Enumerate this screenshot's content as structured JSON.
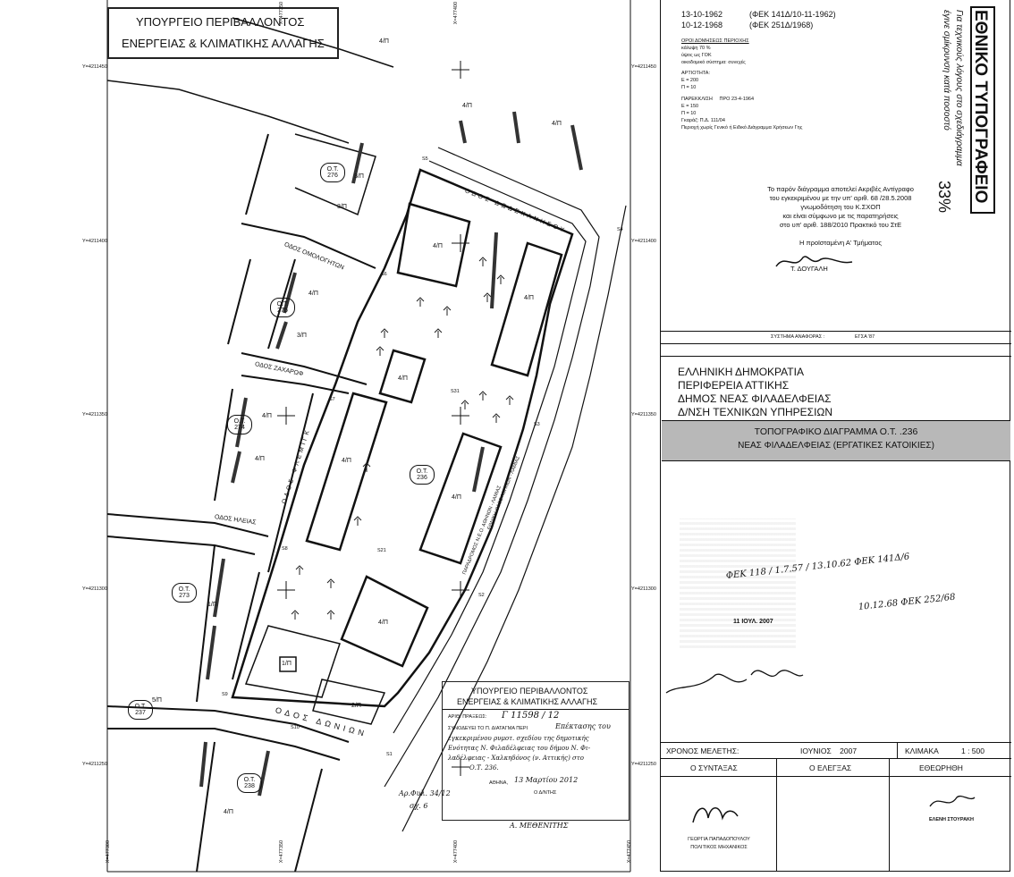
{
  "map": {
    "stamp_top_line1": "ΥΠΟΥΡΓΕΙΟ ΠΕΡΙΒΑΛΛΟΝΤΟΣ",
    "stamp_top_line2": "ΕΝΕΡΓΕΙΑΣ & ΚΛΙΜΑΤΙΚΗΣ ΑΛΛΑΓΗΣ",
    "streets": {
      "dodekanisou": "ΟΔΟΣ ΔΩΔΕΚΑΝΗΣΟΥ",
      "omologiton": "ΟΔΟΣ ΟΜΟΛΟΓΗΤΩΝ",
      "zacharof": "ΟΔΟΣ ΖΑΧΑΡΩΦ",
      "flemig": "ΟΔΟΣ ΦΛΕΜΙΓΚ",
      "ileias": "ΟΔΟΣ ΗΛΕΙΑΣ",
      "doniou": "ΟΔΟΣ ΔΩΝΙΩΝ",
      "parodos": "ΠΑΡΑΔΡΟΜΟΣ Ν.Ε.Ο. ΑΘΗΝΩΝ - ΛΑΜΙΑΣ",
      "ethniki": "ΕΘΝΙΚΗ ΟΔΟΣ ΑΘΗΝΩΝ - ΛΑΜΙΑΣ"
    },
    "ot_labels": [
      "Ο.Τ. 276",
      "Ο.Τ. 275",
      "Ο.Τ. 274",
      "Ο.Τ. 236",
      "Ο.Τ. 273",
      "Ο.Τ. 237",
      "Ο.Τ. 238"
    ],
    "floor_labels": [
      "4/Π",
      "4/Π",
      "4/Π",
      "3/Π",
      "3/Π",
      "4/Π",
      "3/Π",
      "4/Π",
      "4/Π",
      "4/Π",
      "4/Π",
      "4/Π",
      "4/Π",
      "4/Π",
      "1/Π",
      "5/Π",
      "2/Π",
      "1/Π",
      "4/Π",
      "4/Π"
    ],
    "coords_left": [
      "Y=4211450",
      "Y=4211400",
      "Y=4211350",
      "Y=4211300",
      "Y=4211250"
    ],
    "coords_right": [
      "Y=4211450",
      "Y=4211400",
      "Y=4211350",
      "Y=4211300",
      "Y=4211250"
    ],
    "coords_bottom": [
      "X=477300",
      "X=477350",
      "X=477400",
      "X=477450"
    ],
    "coords_top": [
      "X=477350",
      "X=477400"
    ],
    "points": [
      "S5",
      "S6",
      "S4",
      "S31",
      "S3",
      "S7",
      "S8",
      "S21",
      "S2",
      "S9",
      "S10",
      "S1"
    ],
    "stamp_bottom": {
      "line1": "ΥΠΟΥΡΓΕΙΟ ΠΕΡΙΒΑΛΛΟΝΤΟΣ",
      "line2": "ΕΝΕΡΓΕΙΑΣ & ΚΛΙΜΑΤΙΚΗΣ ΑΛΛΑΓΗΣ",
      "protocol_label": "ΑΡΙΘ. ΠΡΑΞΕΩΣ:",
      "protocol_value": "Γ 11598 / 12",
      "synodevei": "ΣΥΝΟΔΕΥΕΙ ΤΟ Π. ΔΙΑΤΑΓΜΑ ΠΕΡΙ",
      "hand1": "Επέκτασης του",
      "hand2": "εγκεκριμένου ρυμοτ. σχεδίου της δημοτικής",
      "hand3": "Ενότητας Ν. Φιλαδέλφειας του δήμου Ν. Φι-",
      "hand4": "λαδέλφειας - Χαλκηδόνος (ν. Αττικής) στο",
      "hand5": "Ο.Τ. 236.",
      "athens_label": "ΑΘΗΝΑ,",
      "athens_date": "13 Μαρτίου 2012",
      "director": "Ο Δ/ΝΤΗΣ",
      "signature": "Α. ΜΕΘΕΝΙΤΗΣ",
      "fek_note1": "Αρ.Φυλ. 34/12",
      "fek_note2": "σχ. 6"
    }
  },
  "info": {
    "date1": "13-10-1962",
    "fek1": "(ΦΕΚ 141Δ/10-11-1962)",
    "date2": "10-12-1968",
    "fek2": "(ΦΕΚ 251Δ/1968)",
    "terms_title": "ΟΡΟΙ ΔΟΜΗΣΕΩΣ ΠΕΡΙΟΧΗΣ",
    "terms1": "κάλυψη 70 %",
    "terms2": "ύψος ως ΓΟΚ",
    "terms3": "οικοδομικό σύστημα: συνεχές",
    "artiotita": "ΑΡΤΙΟΤΗΤΑ:",
    "e1": "Ε = 200",
    "p1": "Π = 10",
    "parekklisi": "ΠΑΡΕΚΚΛΙΣΗ     ΠΡΟ 23-4-1964",
    "e2": "Ε = 150",
    "p2": "Π = 10",
    "gkarof": "Γκαράζ: Π.Δ. 111/04",
    "periochi": "Περιοχή χωρίς Γενικό ή Ειδικό Διάγραμμα Χρήσεων Γης",
    "copy1": "Το παρόν διάγραμμα αποτελεί Ακριβές Αντίγραφο",
    "copy2": "του εγκεκριμένου με την υπ' αριθ. 68 /28.5.2008",
    "copy3": "γνωμοδότηση του Κ.ΣΧΟΠ",
    "copy4": "και είναι σύμφωνο με τις παρατηρήσεις",
    "copy5": "στο υπ' αριθ. 188/2010 Πρακτικό του ΣτΕ",
    "head_title": "Η προϊσταμένη Α' Τμήματος",
    "head_name": "Τ. ΔΟΥΓΑΛΗ",
    "reference_label": "ΣΥΣΤΗΜΑ ΑΝΑΦΟΡΑΣ :",
    "reference_value": "ΕΓΣΑ '87",
    "tyopografeio_title": "ΕΘΝΙΚΟ ΤΥΠΟΓΡΑΦΕΙΟ",
    "tyopografeio_sub1": "Για τεχνικούς λόγους στο σχεδιάγραμμα",
    "tyopografeio_sub2": "έγινε σμίκρυνση κατά ποσοστό",
    "tyopografeio_pct": "33%"
  },
  "titleblock": {
    "gov1": "ΕΛΛΗΝΙΚΗ ΔΗΜΟΚΡΑΤΙΑ",
    "gov2": "ΠΕΡΙΦΕΡΕΙΑ ΑΤΤΙΚΗΣ",
    "gov3": "ΔΗΜΟΣ ΝΕΑΣ ΦΙΛΑΔΕΛΦΕΙΑΣ",
    "gov4": "Δ/ΝΣΗ ΤΕΧΝΙΚΩΝ ΥΠΗΡΕΣΙΩΝ",
    "title1": "ΤΟΠΟΓΡΑΦΙΚΟ ΔΙΑΓΡΑΜΜΑ Ο.Τ. .236",
    "title2": "ΝΕΑΣ ΦΙΛΑΔΕΛΦΕΙΑΣ (ΕΡΓΑΤΙΚΕΣ ΚΑΤΟΙΚΙΕΣ)",
    "hand_a": "ΦΕΚ 118 / 1.7.57 / 13.10.62 ΦΕΚ 141Δ/6",
    "hand_b": "10.12.68   ΦΕΚ 252/68",
    "stamp_date": "11 ΙΟΥΛ. 2007",
    "study_time_label": "ΧΡΟΝΟΣ ΜΕΛΕΤΗΣ:",
    "study_time_value": "ΙΟΥΝΙΟΣ    2007",
    "scale_label": "ΚΛΙΜΑΚΑ",
    "scale_value": "1 : 500",
    "drafted": "Ο ΣΥΝΤΑΞΑΣ",
    "checked": "Ο ΕΛΕΓΞΑΣ",
    "supervised": "ΕΘΕΩΡΗΘΗ",
    "engineer_name": "ΓΕΩΡΓΙΑ ΠΑΠΑΔΟΠΟΥΛΟΥ",
    "engineer_title": "ΠΟΛΙΤΙΚΟΣ ΜΗΧΑΝΙΚΟΣ",
    "sup_name": "ΕΛΕΝΗ ΣΤΟΥΡΑΚΗ"
  }
}
